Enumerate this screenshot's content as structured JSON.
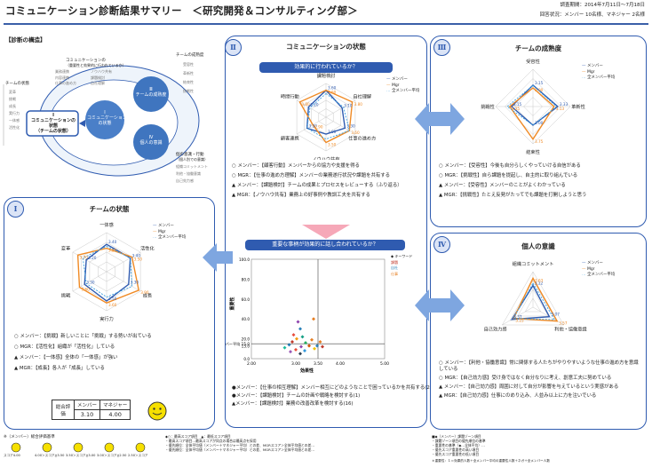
{
  "header": {
    "title": "コミュニケーション診断結果サマリー　＜研究開発＆コンサルティング部＞",
    "period": "調査期間：2014年7月11日～7月18日",
    "respondents": "回答状況：メンバー 10名様、マネジャー 2名様"
  },
  "structure": {
    "label": "【診断の構造】",
    "center_label_1": "Ⅰ",
    "center_label_2": "コミュニケーションの",
    "center_label_3": "状態",
    "center_label_4": "（チームの状態）",
    "inner_label_1": "Ⅰ",
    "inner_label_2": "コミュニケーション",
    "inner_label_3": "の状態",
    "team_label_1": "Ⅲ",
    "team_label_2": "チームの成熟度",
    "person_label_1": "Ⅳ",
    "person_label_2": "個人の意識",
    "top_heading": "コミュニケーションの",
    "top_heading_2": "（重要性と効果的に行われているか）",
    "top_items": [
      "業務連携",
      "内容連携",
      "仕事の進め方",
      "ノウハウ共有",
      "課題検討",
      "自社理解"
    ],
    "left_heading": "チームの状態",
    "left_items": [
      "変革",
      "挑戦",
      "成長",
      "実行力",
      "一体感",
      "活性化"
    ],
    "right_heading": "チームの成熟度",
    "right_items": [
      "受容性",
      "革新性",
      "結束性",
      "挑戦性"
    ],
    "bottom_heading": "個の意識・行動",
    "bottom_heading_2": "（個人別での意識）",
    "bottom_items": [
      "組織コミットメント",
      "利他・協働意識",
      "自己効力感"
    ]
  },
  "panel2": {
    "num": "Ⅱ",
    "title": "コミュニケーションの状態",
    "pill": "効果的に行われているか？",
    "axes": [
      "課題検討",
      "自社理解",
      "仕事の進め方",
      "ノウハウ共有",
      "顧客連携",
      "時間行動"
    ],
    "legend": [
      "メンバー",
      "Mgr",
      "全メンバー平均"
    ],
    "values_member": [
      "3.60",
      "3.10",
      "3.30",
      "3.00",
      "3.30",
      "3.20"
    ],
    "values_mgr": [
      "3.60",
      "3.80",
      "3.60",
      "3.50",
      "2.90",
      "3.80"
    ],
    "values_avg": [
      "3.40",
      "3.20",
      "3.60",
      "3.30",
      "3.30",
      "3.10"
    ],
    "bullets": [
      {
        "mark": "○",
        "who": "メンバー",
        "text": "：【顧客行動】メンバーからの協力や支援を得る"
      },
      {
        "mark": "○",
        "who": "MGR",
        "text": "：【仕事の進め方理解】メンバーの業務遂行状況や課題を共有する"
      },
      {
        "mark": "▲",
        "who": "メンバー",
        "text": "：【課題検討】チームの成果とプロセスをレビューする（ふり返る）"
      },
      {
        "mark": "▲",
        "who": "MGR",
        "text": "：【ノウハウ共有】業務上の好事例や教訓工夫を共有する"
      }
    ],
    "pill2": "重要な事柄が効果的に話し合われているか？",
    "scatter_legend_title": "◆ キーワード",
    "scatter_legend": [
      "課題",
      "自社",
      "仕事"
    ],
    "y_axis_label": "重要性",
    "x_axis_label": "効果性",
    "y_ticks": [
      "100.0",
      "80.0",
      "60.0",
      "40.0",
      "20.0",
      "全メンバー平均 15.0",
      "13.0",
      "0.0"
    ],
    "x_ticks": [
      "2.00",
      "3.00",
      "3.50",
      "4.00",
      "5.00"
    ],
    "bullets2": [
      {
        "mark": "●",
        "who": "メンバー",
        "text": "：【仕事の相互理解】メンバー相互にどのようなことで困っているかを共有する(21)"
      },
      {
        "mark": "●",
        "who": "メンバー",
        "text": "：【課題検討】チームの計画や戦略を検討する(1)"
      },
      {
        "mark": "▲",
        "who": "メンバー",
        "text": "：【課題検討】業務の改善改革を検討する(16)"
      }
    ]
  },
  "panel3": {
    "num": "Ⅲ",
    "title": "チームの成熟度",
    "axes": [
      "受容性",
      "革新性",
      "結束性",
      "挑戦性"
    ],
    "legend": [
      "メンバー",
      "Mgr",
      "全メンバー平均"
    ],
    "values_member": [
      "3.15",
      "3.33",
      "3.00",
      "3.15"
    ],
    "values_mgr": [
      "3.00",
      "3.13",
      "3.75",
      "3.25"
    ],
    "values_avg": [
      "3.13",
      "3.25",
      "3.00",
      "3.38"
    ],
    "bullets": [
      {
        "mark": "○",
        "who": "メンバー",
        "text": "：【受容性】今後も自分らしくやっていける自信がある"
      },
      {
        "mark": "○",
        "who": "MGR",
        "text": "：【挑戦性】自ら課題を提起し、自主的に取り組んでいる"
      },
      {
        "mark": "▲",
        "who": "メンバー",
        "text": "：【受容性】メンバーのことがよくわかっている"
      },
      {
        "mark": "▲",
        "who": "MGR",
        "text": "：【挑戦性】たとえ反発がたってでも課題を打開しようと思う"
      }
    ]
  },
  "panel1": {
    "num": "Ⅰ",
    "title": "チームの状態",
    "axes": [
      "一体感",
      "活性化",
      "成長",
      "実行力",
      "挑戦",
      "変革"
    ],
    "legend": [
      "メンバー",
      "Mgr",
      "全メンバー平均"
    ],
    "values_member": [
      "3.40",
      "3.40",
      "3.30",
      "3.50",
      "3.30",
      "3.20"
    ],
    "values_mgr": [
      "3.20",
      "3.50",
      "3.90",
      "3.60",
      "3.60",
      "3.70"
    ],
    "values_avg": [
      "3.30",
      "3.40",
      "3.50",
      "3.30",
      "3.20",
      "3.40"
    ],
    "bullets": [
      {
        "mark": "○",
        "who": "メンバー",
        "text": "：【挑戦】新しいことに「挑戦」する勢いが出ている"
      },
      {
        "mark": "○",
        "who": "MGR",
        "text": "：【活性化】組織が「活性化」している"
      },
      {
        "mark": "▲",
        "who": "メンバー",
        "text": "：【一体感】全体の「一体感」が強い"
      },
      {
        "mark": "▲",
        "who": "MGR",
        "text": "：【成長】各人が「成長」している"
      }
    ],
    "score_label": "総合評価",
    "score_headers": [
      "メンバー",
      "マネジャー"
    ],
    "score_values": [
      "3.10",
      "4.00"
    ]
  },
  "panel4": {
    "num": "Ⅳ",
    "title": "個人の意識",
    "axes": [
      "組織コミットメント",
      "利他・協働意識",
      "自己効力感"
    ],
    "legend": [
      "メンバー",
      "Mgr",
      "全メンバー平均"
    ],
    "values_member": [
      "3.22",
      "3.07",
      "3.37"
    ],
    "values_mgr": [
      "3.63",
      "3.57",
      "3.25"
    ],
    "values_avg": [
      "3.35",
      "3.40",
      "3.27"
    ],
    "bullets": [
      {
        "mark": "○",
        "who": "メンバー",
        "text": "：【利他・協働意識】常に関係する人たちがやりやすいような仕事の進め方を意識している"
      },
      {
        "mark": "○",
        "who": "MGR",
        "text": "：【自己効力感】受け身ではなく自分なりに考え、創意工夫に努めている"
      },
      {
        "mark": "▲",
        "who": "メンバー",
        "text": "：【自己効力感】周囲に対して自分が影響を与えているという実感がある"
      },
      {
        "mark": "▲",
        "who": "MGR",
        "text": "：【自己効力感】仕事にのめり込み、人並み以上に力を注いでいる"
      }
    ]
  },
  "footer": {
    "left_title": "※（メンバー）総合評価基準",
    "left_scale": [
      "スコア4.00",
      "4.00＞スコア≧3.50",
      "3.50＞スコア≧3.00",
      "3.00＞スコア≧2.50",
      "2.50＞スコア"
    ],
    "mid_line1": "◆○：最高スコア項目　▲：最低スコア項目",
    "mid_line2": "・最高スコア項目…最高スコアが同点の場合は最高点を採用",
    "mid_line3": "・優先順位：全体平均値（メンバー＋マネジャー平均）との差、MGRスコア＞全体平均値との差…",
    "mid_line4": "・優先順位：全体平均値（メンバー＋マネジャー平均）との差、MGRスコア＞全体平均値との差…",
    "right_line1": "■◆（メンバー）課題ゾーン項目",
    "right_line2": "・課題ゾーン項目の優先順位の基準",
    "right_line3": "・重要性の基準（◆…全体平均）…",
    "right_line4": "・優先スコア重要性の高い項目",
    "right_line5": "・優先スコア重要性の低い項目",
    "note": "＊重要性：１＝効果的人数＋全メンバー平均の重要性人数＋ネガ＋全メンバー人数"
  }
}
